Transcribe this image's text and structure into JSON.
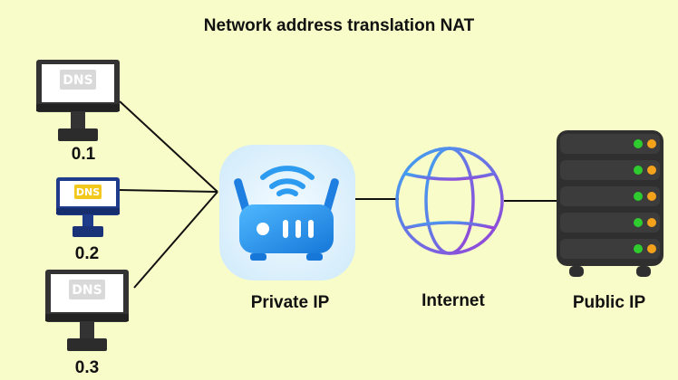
{
  "title": "Network address translation NAT",
  "clients": [
    {
      "label": "0.1",
      "screen_text": "DNS"
    },
    {
      "label": "0.2",
      "screen_text": "DNS"
    },
    {
      "label": "0.3",
      "screen_text": "DNS"
    }
  ],
  "nodes": {
    "router_label": "Private IP",
    "internet_label": "Internet",
    "server_label": "Public IP"
  },
  "colors": {
    "background": "#f8fcc8",
    "monitor_dark": "#333333",
    "router_blue": "#2d9cf0",
    "globe_purple": "#8a4fd8",
    "globe_blue": "#3ba6f2",
    "server_dark": "#2f2f2f",
    "led_green": "#2ecc2e",
    "led_orange": "#f4a21b"
  }
}
